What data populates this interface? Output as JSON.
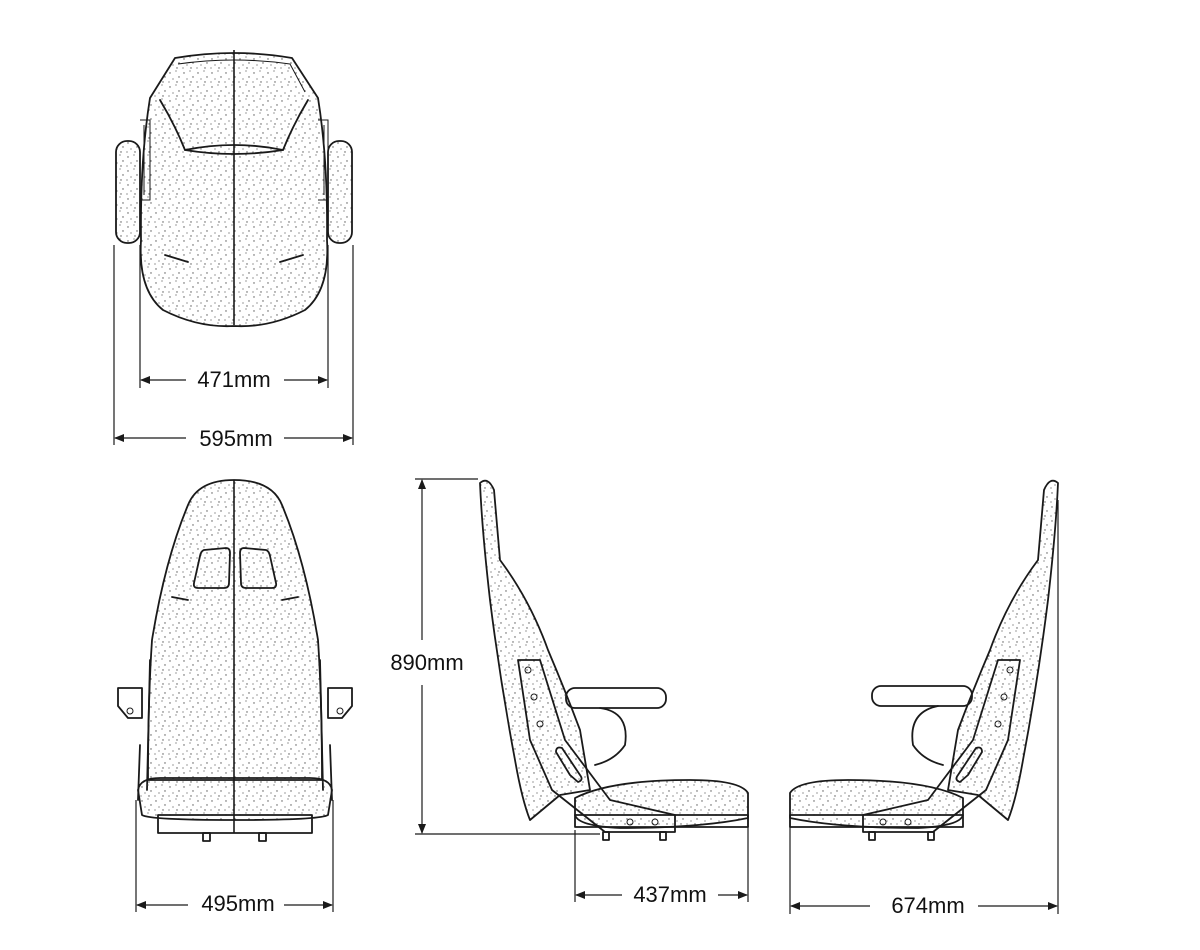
{
  "views": {
    "top": {
      "dimensions": {
        "inner_width": "471mm",
        "outer_width": "595mm"
      }
    },
    "front": {
      "dimensions": {
        "base_width": "495mm"
      }
    },
    "side_left": {
      "dimensions": {
        "height": "890mm",
        "depth": "437mm"
      }
    },
    "side_right": {
      "dimensions": {
        "overall_depth": "674mm"
      }
    }
  },
  "colors": {
    "line": "#1a1a1a",
    "background": "#ffffff",
    "texture_dot": "#555555"
  }
}
